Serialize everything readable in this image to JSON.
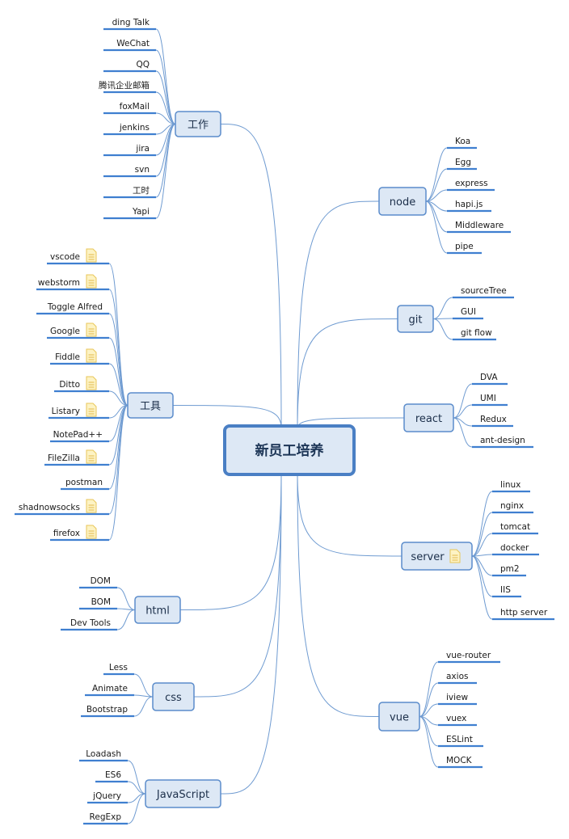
{
  "root": {
    "label": "新员工培养"
  },
  "branches": [
    {
      "id": "work",
      "label": "工作",
      "items": [
        {
          "label": "ding Talk"
        },
        {
          "label": "WeChat"
        },
        {
          "label": "QQ"
        },
        {
          "label": "腾讯企业邮箱"
        },
        {
          "label": "foxMail"
        },
        {
          "label": "jenkins"
        },
        {
          "label": "jira"
        },
        {
          "label": "svn"
        },
        {
          "label": "工时"
        },
        {
          "label": "Yapi"
        }
      ]
    },
    {
      "id": "tools",
      "label": "工具",
      "items": [
        {
          "label": "vscode",
          "note": true
        },
        {
          "label": "webstorm",
          "note": true
        },
        {
          "label": "Toggle Alfred",
          "note": false
        },
        {
          "label": "Google",
          "note": true
        },
        {
          "label": "Fiddle",
          "note": true
        },
        {
          "label": "Ditto",
          "note": true
        },
        {
          "label": "Listary",
          "note": true
        },
        {
          "label": "NotePad++",
          "note": false
        },
        {
          "label": "FileZilla",
          "note": true
        },
        {
          "label": "postman",
          "note": false
        },
        {
          "label": "shadnowsocks",
          "note": true
        },
        {
          "label": "firefox",
          "note": true
        }
      ]
    },
    {
      "id": "html",
      "label": "html",
      "items": [
        {
          "label": "DOM"
        },
        {
          "label": "BOM"
        },
        {
          "label": "Dev Tools"
        }
      ]
    },
    {
      "id": "css",
      "label": "css",
      "items": [
        {
          "label": "Less"
        },
        {
          "label": "Animate"
        },
        {
          "label": "Bootstrap"
        }
      ]
    },
    {
      "id": "javascript",
      "label": "JavaScript",
      "items": [
        {
          "label": "Loadash"
        },
        {
          "label": "ES6"
        },
        {
          "label": "jQuery"
        },
        {
          "label": "RegExp"
        }
      ]
    },
    {
      "id": "node",
      "label": "node",
      "items": [
        {
          "label": "Koa"
        },
        {
          "label": "Egg"
        },
        {
          "label": "express"
        },
        {
          "label": "hapi.js"
        },
        {
          "label": "Middleware"
        },
        {
          "label": "pipe"
        }
      ]
    },
    {
      "id": "git",
      "label": "git",
      "items": [
        {
          "label": "sourceTree"
        },
        {
          "label": "GUI"
        },
        {
          "label": "git flow"
        }
      ]
    },
    {
      "id": "react",
      "label": "react",
      "items": [
        {
          "label": "DVA"
        },
        {
          "label": "UMI"
        },
        {
          "label": "Redux"
        },
        {
          "label": "ant-design"
        }
      ]
    },
    {
      "id": "server",
      "label": "server",
      "note": true,
      "items": [
        {
          "label": "linux"
        },
        {
          "label": "nginx"
        },
        {
          "label": "tomcat"
        },
        {
          "label": "docker"
        },
        {
          "label": "pm2"
        },
        {
          "label": "IIS"
        },
        {
          "label": "http server"
        }
      ]
    },
    {
      "id": "vue",
      "label": "vue",
      "items": [
        {
          "label": "vue-router"
        },
        {
          "label": "axios"
        },
        {
          "label": "iview"
        },
        {
          "label": "vuex"
        },
        {
          "label": "ESLint"
        },
        {
          "label": "MOCK"
        }
      ]
    }
  ],
  "colors": {
    "link": "#6f9bd1",
    "underline": "#3f7fd0",
    "node_fill": "#dde8f5",
    "node_border": "#5b8ccb",
    "note": "#fdf3c4"
  }
}
